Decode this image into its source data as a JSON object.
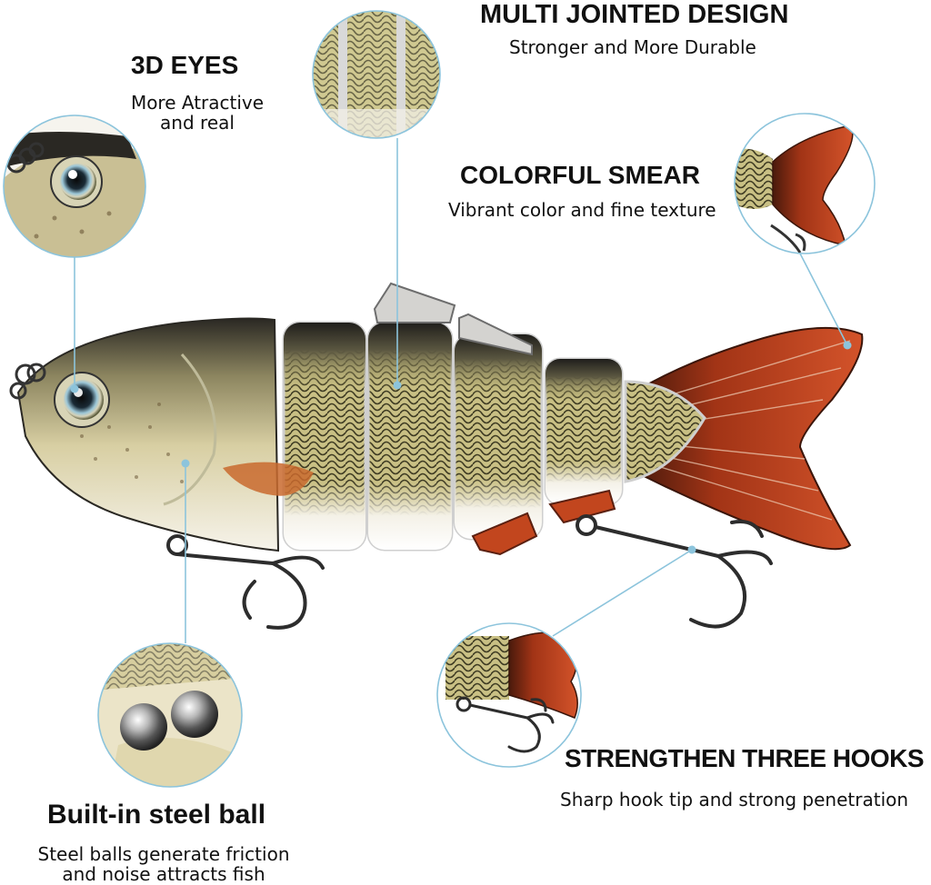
{
  "features": {
    "eyes": {
      "title": "3D EYES",
      "desc_line1": "More Atractive",
      "desc_line2": "and real"
    },
    "jointed": {
      "title": "MULTI JOINTED DESIGN",
      "desc": "Stronger and More Durable"
    },
    "smear": {
      "title": "COLORFUL SMEAR",
      "desc": "Vibrant color and fine texture"
    },
    "hooks": {
      "title": "STRENGTHEN THREE HOOKS",
      "desc": "Sharp hook tip and strong penetration"
    },
    "steel": {
      "title": "Built-in steel ball",
      "desc_line1": "Steel balls generate friction",
      "desc_line2": "and noise attracts fish"
    }
  },
  "colors": {
    "callout_line": "#8cc4dc",
    "body_olive": "#b8b071",
    "back_dark": "#2b2a26",
    "belly": "#f2efe6",
    "fin_red": "#c8431c",
    "fin_dark": "#5a1f10",
    "scale_line": "#3d3a22",
    "hook": "#2d2d2d"
  }
}
